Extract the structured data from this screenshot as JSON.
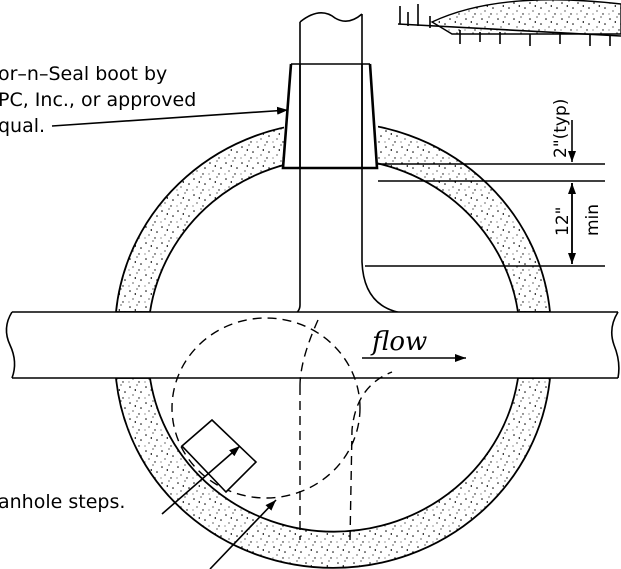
{
  "labels": {
    "boot_line1": "or–n–Seal boot by",
    "boot_line2": "PC, Inc., or approved",
    "boot_line3": "qual.",
    "steps": "anhole steps.",
    "dim_top": "2\"(typ)",
    "dim_bottom_a": "12\"",
    "dim_bottom_b": "min",
    "flow": "flow"
  }
}
